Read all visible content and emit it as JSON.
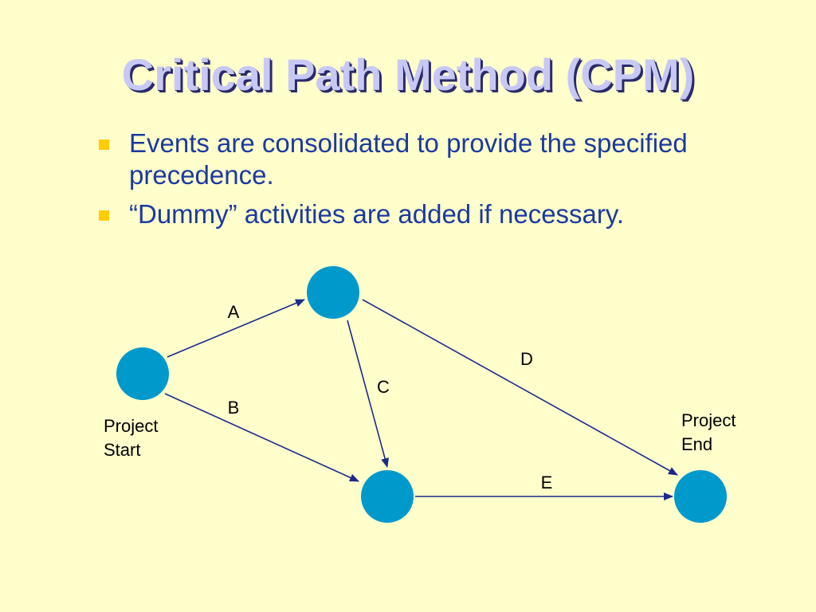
{
  "slide": {
    "title": "Critical Path Method (CPM)",
    "bullets": [
      "Events are consolidated to provide the specified precedence.",
      "“Dummy” activities are added if necessary."
    ]
  },
  "diagram": {
    "node_color": "#0099cc",
    "arrow_color": "#1a2a8a",
    "bullet_color": "#ffcc00",
    "start_label": "Project\nStart",
    "end_label": "Project\nEnd",
    "activities": {
      "a": "A",
      "b": "B",
      "c": "C",
      "d": "D",
      "e": "E"
    }
  }
}
